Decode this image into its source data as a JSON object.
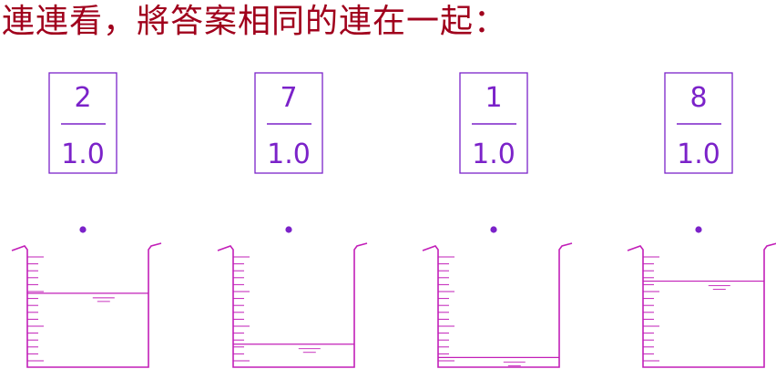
{
  "title": "連連看，將答案相同的連在一起：",
  "colors": {
    "title": "#a0001c",
    "fraction": "#7b22c9",
    "dot": "#7b22c9",
    "beaker": "#c21fb8"
  },
  "fractions": [
    {
      "numerator": "2",
      "denominator": "1.0"
    },
    {
      "numerator": "7",
      "denominator": "1.0"
    },
    {
      "numerator": "1",
      "denominator": "1.0"
    },
    {
      "numerator": "8",
      "denominator": "1.0"
    }
  ],
  "beakers": [
    {
      "fill_level": 0.61
    },
    {
      "fill_level": 0.19
    },
    {
      "fill_level": 0.08
    },
    {
      "fill_level": 0.71
    }
  ]
}
